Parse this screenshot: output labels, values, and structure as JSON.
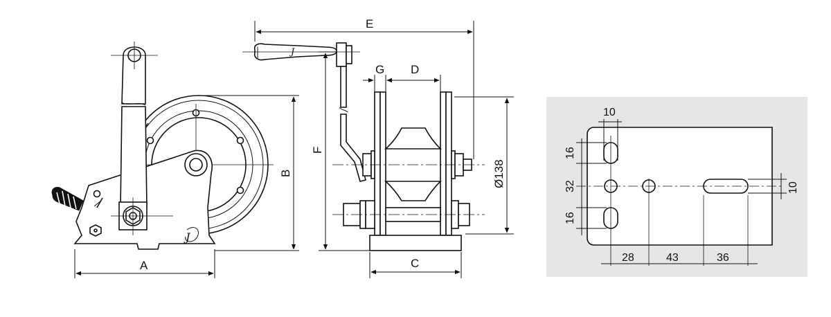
{
  "dimensions": {
    "A": "A",
    "B": "B",
    "C": "C",
    "D": "D",
    "E": "E",
    "F": "F",
    "G": "G",
    "diameter": "Ø138"
  },
  "plate": {
    "hole_size_top": "10",
    "hole_size_slot": "10",
    "spacing_top": "16",
    "spacing_mid": "32",
    "spacing_bottom": "16",
    "offset_1": "28",
    "offset_2": "43",
    "offset_3": "36"
  },
  "logo": "J"
}
